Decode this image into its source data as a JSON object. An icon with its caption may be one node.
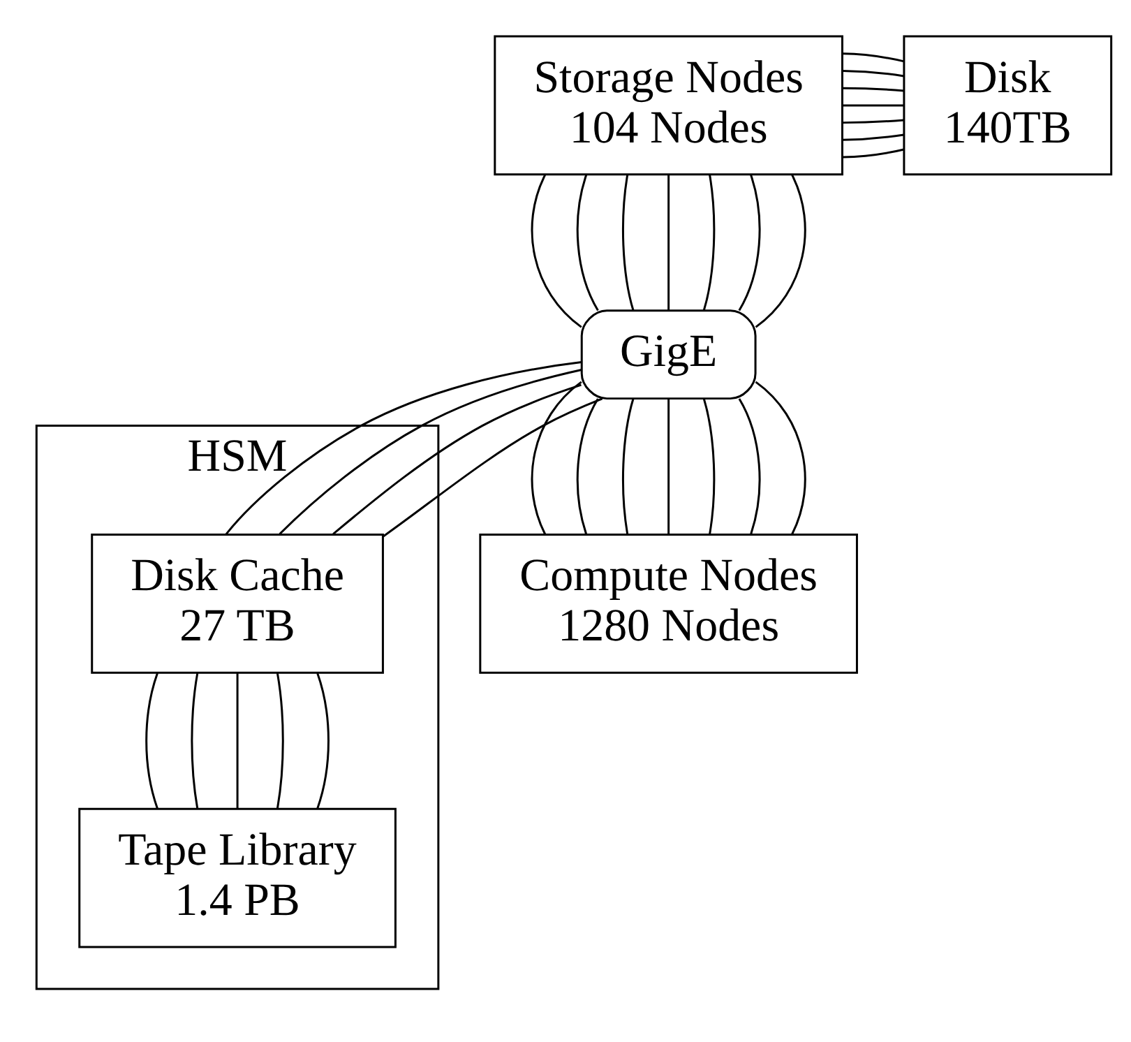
{
  "diagram": {
    "nodes": [
      {
        "text": [
          "Storage Nodes",
          "104 Nodes"
        ]
      },
      {
        "text": [
          "Disk",
          "140TB"
        ]
      },
      {
        "text": [
          "GigE"
        ]
      },
      {
        "text": [
          "HSM"
        ]
      },
      {
        "text": [
          "Disk Cache",
          "27 TB"
        ],
        "in": 3
      },
      {
        "text": [
          "Tape Library",
          "1.4 PB"
        ],
        "in": 3
      },
      {
        "text": [
          "Compute Nodes",
          "1280 Nodes"
        ]
      }
    ],
    "edges": [
      {
        "from": 0,
        "to": 1,
        "arrow": "none"
      },
      {
        "from": 0,
        "to": 1,
        "arrow": "none"
      },
      {
        "from": 0,
        "to": 1,
        "arrow": "none"
      },
      {
        "from": 0,
        "to": 1,
        "arrow": "none"
      },
      {
        "from": 0,
        "to": 1,
        "arrow": "none"
      },
      {
        "from": 0,
        "to": 1,
        "arrow": "none"
      },
      {
        "from": 0,
        "to": 1,
        "arrow": "none"
      },
      {
        "from": 0,
        "to": 2,
        "arrow": "none"
      },
      {
        "from": 0,
        "to": 2,
        "arrow": "none"
      },
      {
        "from": 0,
        "to": 2,
        "arrow": "none"
      },
      {
        "from": 0,
        "to": 2,
        "arrow": "none"
      },
      {
        "from": 0,
        "to": 2,
        "arrow": "none"
      },
      {
        "from": 0,
        "to": 2,
        "arrow": "none"
      },
      {
        "from": 0,
        "to": 2,
        "arrow": "none"
      },
      {
        "from": 2,
        "to": 4,
        "arrow": "none"
      },
      {
        "from": 2,
        "to": 4,
        "arrow": "none"
      },
      {
        "from": 2,
        "to": 4,
        "arrow": "none"
      },
      {
        "from": 2,
        "to": 4,
        "arrow": "none"
      },
      {
        "from": 4,
        "to": 5,
        "arrow": "none"
      },
      {
        "from": 4,
        "to": 5,
        "arrow": "none"
      },
      {
        "from": 4,
        "to": 5,
        "arrow": "none"
      },
      {
        "from": 4,
        "to": 5,
        "arrow": "none"
      },
      {
        "from": 4,
        "to": 5,
        "arrow": "none"
      },
      {
        "from": 2,
        "to": 6,
        "arrow": "none"
      },
      {
        "from": 2,
        "to": 6,
        "arrow": "none"
      },
      {
        "from": 2,
        "to": 6,
        "arrow": "none"
      },
      {
        "from": 2,
        "to": 6,
        "arrow": "none"
      },
      {
        "from": 2,
        "to": 6,
        "arrow": "none"
      },
      {
        "from": 2,
        "to": 6,
        "arrow": "none"
      },
      {
        "from": 2,
        "to": 6,
        "arrow": "none"
      }
    ]
  }
}
